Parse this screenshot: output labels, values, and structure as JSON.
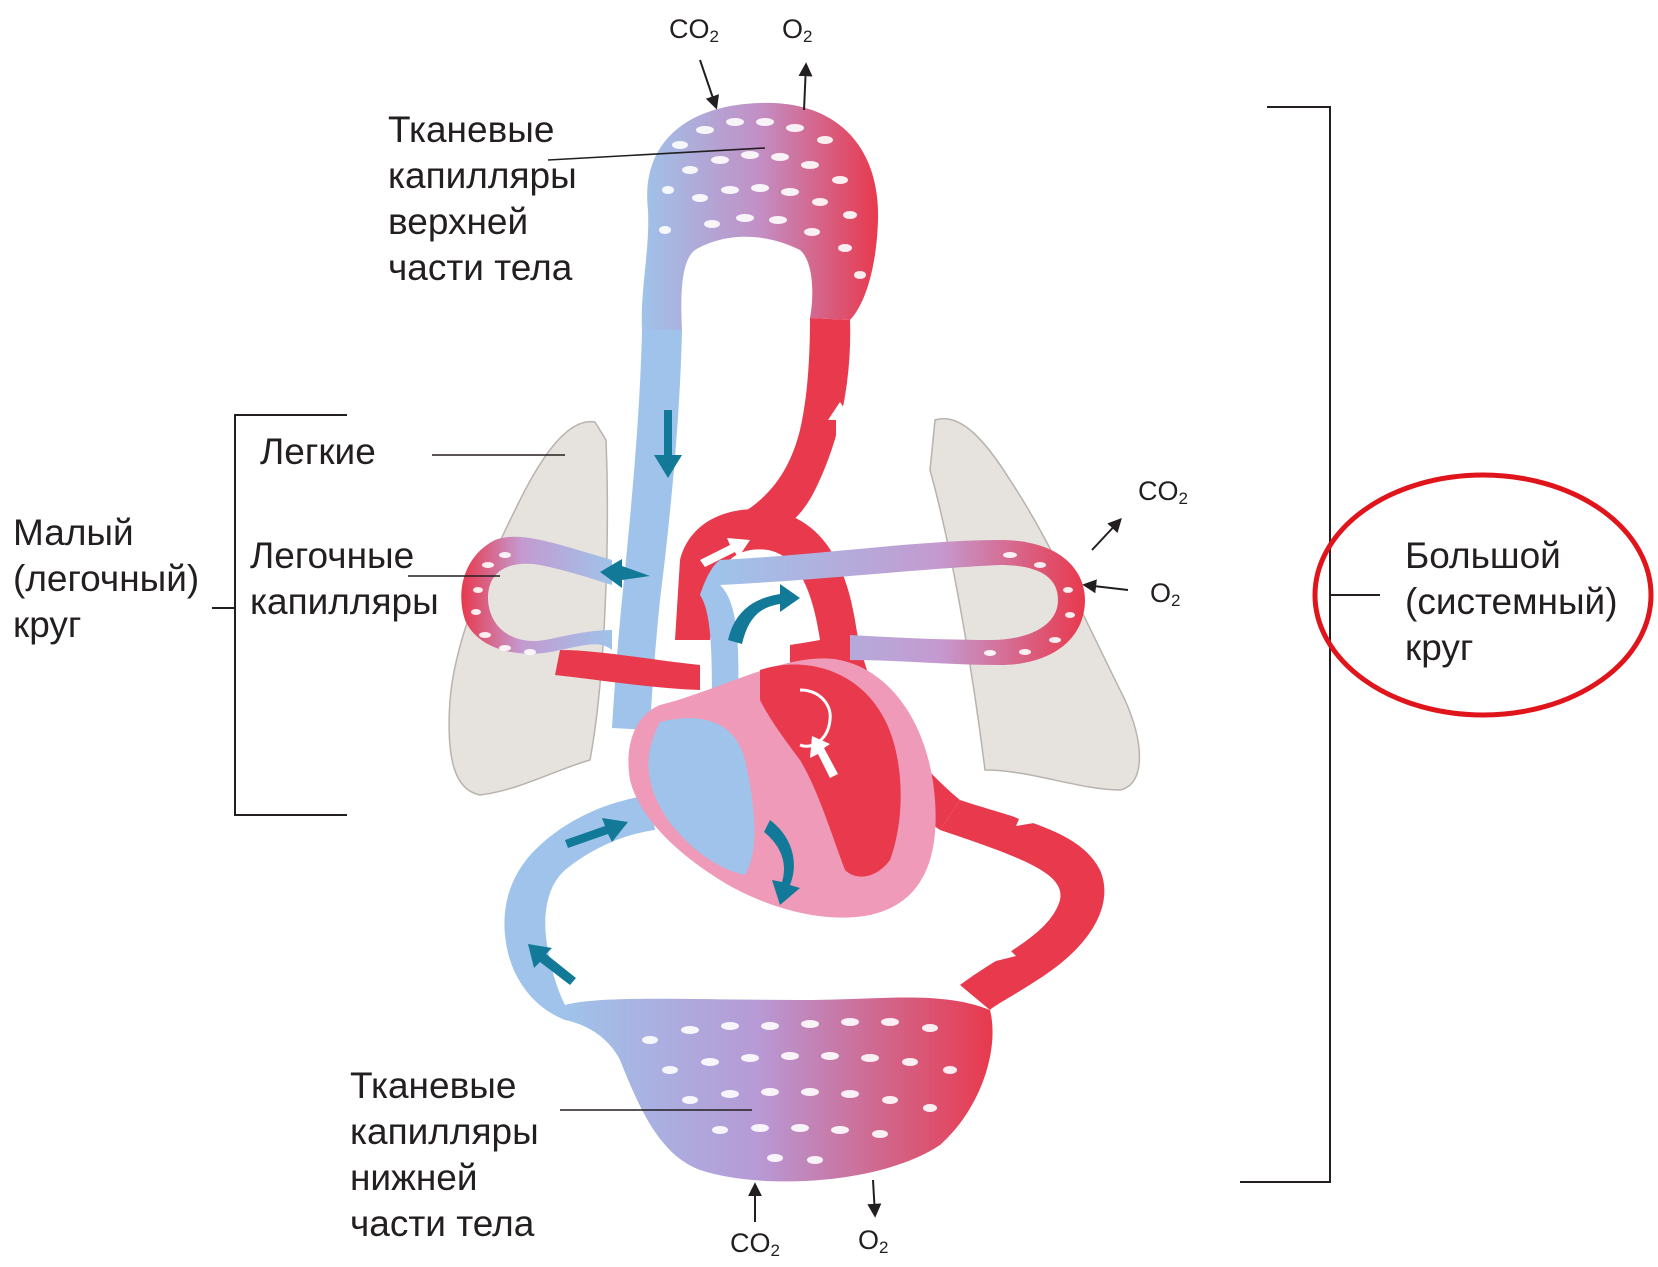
{
  "labels": {
    "upper_capillaries": [
      "Тканевые",
      "капилляры",
      "верхней",
      "части тела"
    ],
    "lungs": "Легкие",
    "pulmonary_capillaries": [
      "Легочные",
      "капилляры"
    ],
    "pulmonary_circuit": [
      "Малый",
      "(легочный)",
      "круг"
    ],
    "systemic_circuit": [
      "Большой",
      "(системный)",
      "круг"
    ],
    "lower_capillaries": [
      "Тканевые",
      "капилляры",
      "нижней",
      "части тела"
    ]
  },
  "gases": {
    "co2_base": "CO",
    "co2_sub": "2",
    "o2_base": "O",
    "o2_sub": "2"
  },
  "colors": {
    "arterial": "#e8394d",
    "venous": "#9fc3ea",
    "mixed": "#b79ad6",
    "lung": "#e6e2dd",
    "heart_outer": "#ef9ab8",
    "flow_arrow_venous": "#127a98",
    "highlight_circle": "#e0141b"
  }
}
